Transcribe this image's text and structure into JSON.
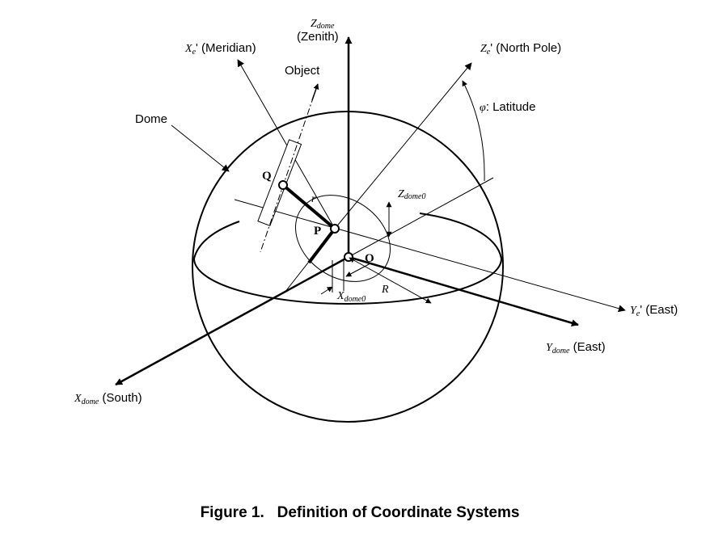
{
  "labels": {
    "z_dome_main": "Z",
    "z_dome_sub": "dome",
    "z_dome_desc": "(Zenith)",
    "xe_main": "X",
    "xe_sub": "e",
    "xe_desc": "' (Meridian)",
    "object": "Object",
    "ze_main": "Z",
    "ze_sub": "e",
    "ze_desc": "' (North Pole)",
    "phi_symbol": "φ",
    "phi_desc": ": Latitude",
    "dome": "Dome",
    "q": "Q",
    "p": "P",
    "o": "O",
    "r_small": "r",
    "r_big": "R",
    "zdome0_main": "Z",
    "zdome0_sub": "dome0",
    "xdome0_main": "X",
    "xdome0_sub": "dome0",
    "ye_main": "Y",
    "ye_sub": "e",
    "ye_desc": "' (East)",
    "ydome_main": "Y",
    "ydome_sub": "dome",
    "ydome_desc": " (East)",
    "xdome_main": "X",
    "xdome_sub": "dome",
    "xdome_desc": " (South)"
  },
  "caption": "Figure 1.   Definition of Coordinate Systems"
}
